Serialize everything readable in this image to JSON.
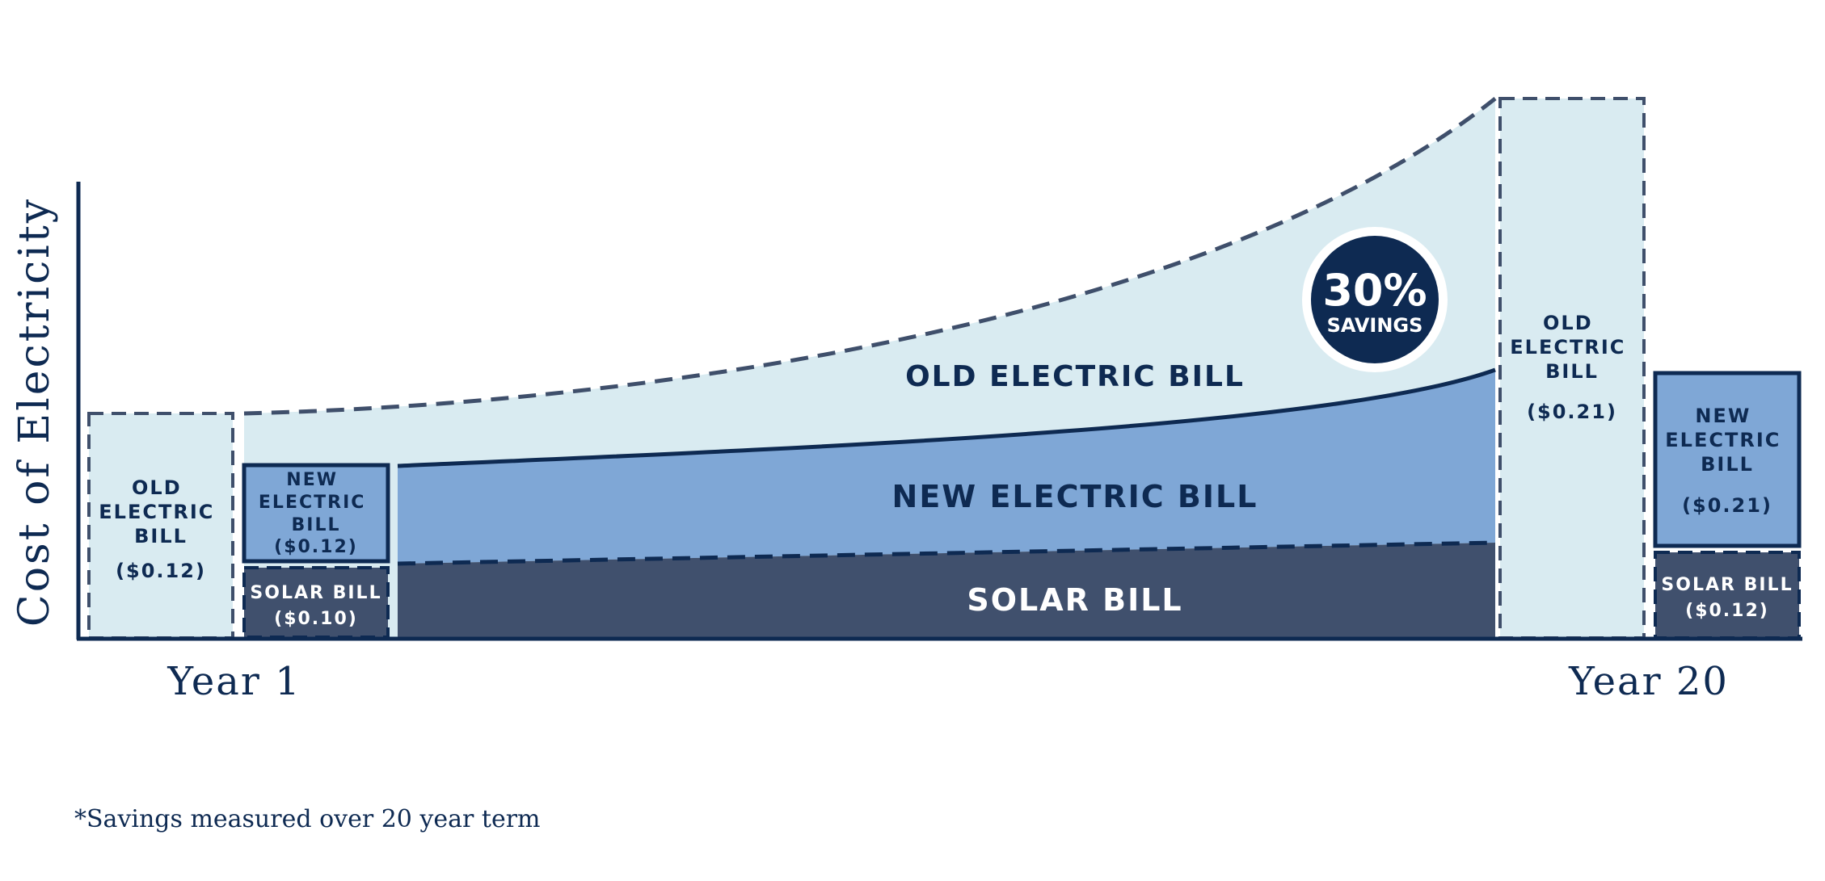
{
  "chart_data": {
    "type": "area",
    "ylabel": "Cost of Electricity",
    "xlabel": "",
    "x_labels": [
      "Year 1",
      "Year 20"
    ],
    "series": [
      {
        "name": "OLD ELECTRIC BILL",
        "start": 0.12,
        "end": 0.21
      },
      {
        "name": "NEW ELECTRIC BILL",
        "start": 0.12,
        "end": 0.21
      },
      {
        "name": "SOLAR BILL",
        "start": 0.1,
        "end": 0.12
      }
    ],
    "bars": {
      "year1": {
        "old": {
          "label": "OLD ELECTRIC BILL",
          "value_text": "($0.12)"
        },
        "new": {
          "label": "NEW ELECTRIC BILL",
          "value_text": "($0.12)"
        },
        "solar": {
          "label": "SOLAR BILL",
          "value_text": "($0.10)"
        }
      },
      "year20": {
        "old": {
          "label": "OLD ELECTRIC BILL",
          "value_text": "($0.21)"
        },
        "new": {
          "label": "NEW ELECTRIC BILL",
          "value_text": "($0.21)"
        },
        "solar": {
          "label": "SOLAR BILL",
          "value_text": "($0.12)"
        }
      }
    },
    "badge": {
      "percent": "30%",
      "text": "SAVINGS"
    },
    "footnote": "*Savings measured over 20 year term",
    "colors": {
      "old": "#d9ebf1",
      "new": "#7fa7d6",
      "solar": "#40506d",
      "navy": "#0e2a52",
      "dash": "#3f4f6b"
    }
  }
}
